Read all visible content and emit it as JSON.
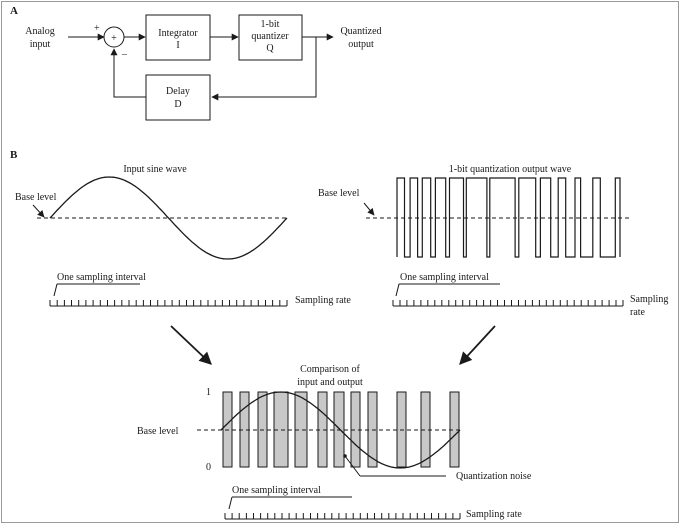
{
  "part_a": {
    "label": "A",
    "input_label": [
      "Analog",
      "input"
    ],
    "plus_sign": "+",
    "minus_sign": "–",
    "summer_symbol": "+",
    "integrator": [
      "Integrator",
      "I"
    ],
    "quantizer": [
      "1-bit",
      "quantizer",
      "Q"
    ],
    "output_label": [
      "Quantized",
      "output"
    ],
    "delay": [
      "Delay",
      "D"
    ]
  },
  "part_b": {
    "label": "B",
    "sine_panel": {
      "title": "Input sine wave",
      "base_level": "Base level",
      "sampling_interval": "One sampling interval",
      "sampling_rate": "Sampling rate"
    },
    "pulse_panel": {
      "title": "1-bit quantization output wave",
      "base_level": "Base level",
      "sampling_interval": "One sampling interval",
      "sampling_rate": [
        "Sampling",
        "rate"
      ]
    },
    "comparison_panel": {
      "title": [
        "Comparison of",
        "input and output"
      ],
      "level_high": "1",
      "level_low": "0",
      "base_level": "Base level",
      "noise_label": "Quantization noise",
      "sampling_interval": "One sampling interval",
      "sampling_rate": "Sampling rate"
    }
  },
  "colors": {
    "stroke": "#1a1a1a",
    "noise_fill": "#c8c8c8",
    "frame": "#9a9a9a"
  }
}
